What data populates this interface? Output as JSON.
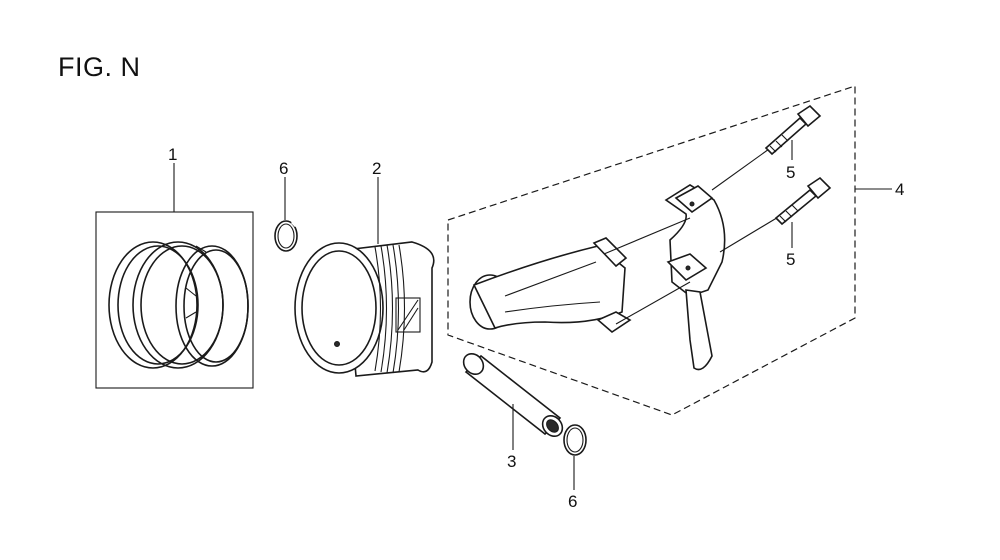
{
  "figure": {
    "title": "FIG. N"
  },
  "callouts": {
    "piston_rings": "1",
    "piston": "2",
    "piston_pin": "3",
    "connecting_rod_set": "4",
    "rod_bolt_upper": "5",
    "rod_bolt_lower": "5",
    "pin_clip_top": "6",
    "pin_clip_bottom": "6"
  }
}
